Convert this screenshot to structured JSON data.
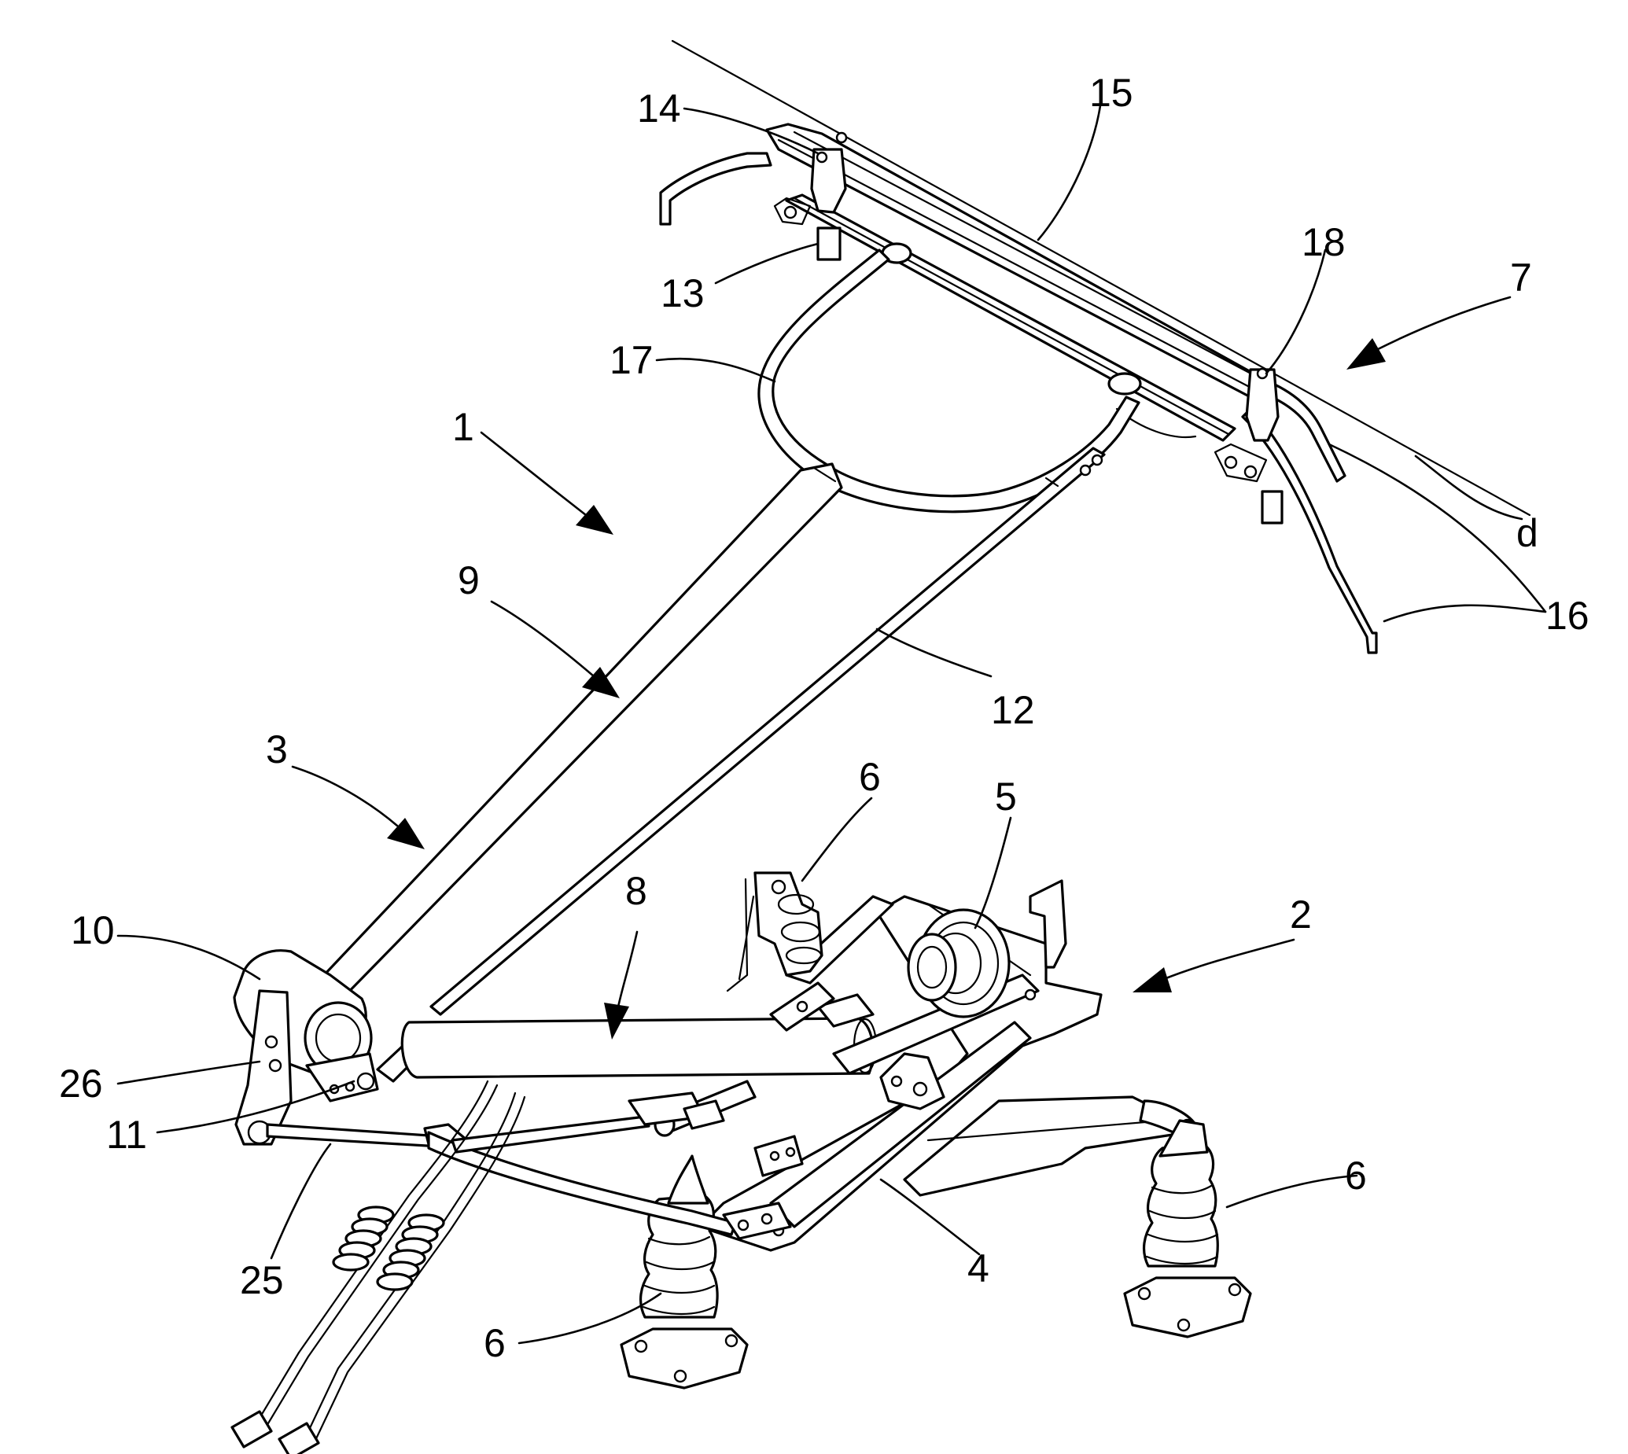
{
  "figure": {
    "labels": {
      "l1": "1",
      "l2": "2",
      "l3": "3",
      "l4": "4",
      "l5": "5",
      "l6_top": "6",
      "l6_right": "6",
      "l6_bottom": "6",
      "l7": "7",
      "l8": "8",
      "l9": "9",
      "l10": "10",
      "l11": "11",
      "l12": "12",
      "l13": "13",
      "l14": "14",
      "l15": "15",
      "l16": "16",
      "l17": "17",
      "l18": "18",
      "l25": "25",
      "l26": "26",
      "ld": "d"
    }
  }
}
